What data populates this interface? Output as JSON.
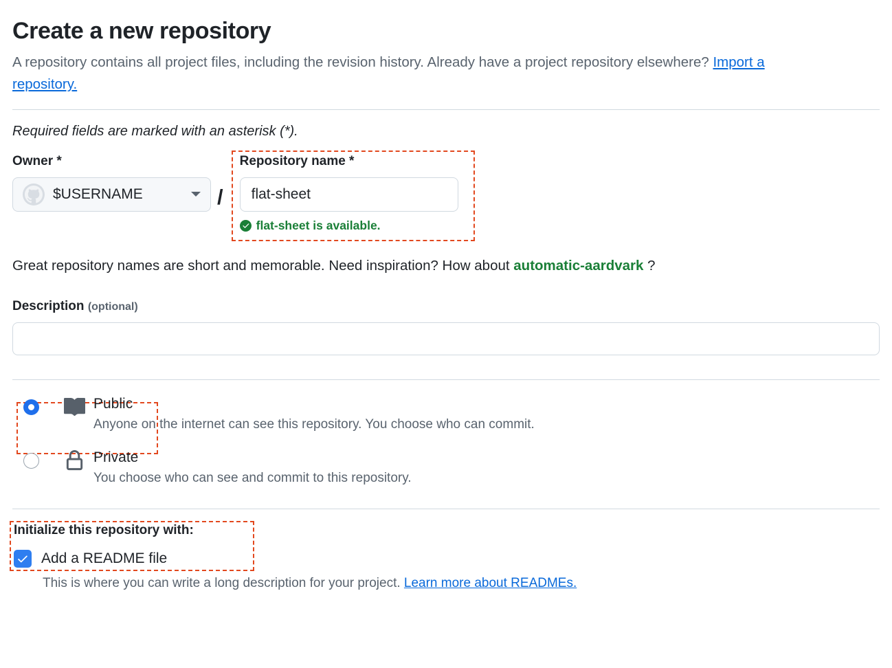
{
  "header": {
    "title": "Create a new repository",
    "subtitle_before": "A repository contains all project files, including the revision history. Already have a project repository elsewhere? ",
    "import_link": "Import a repository.",
    "required_note": "Required fields are marked with an asterisk (*)."
  },
  "owner": {
    "label": "Owner *",
    "avatar_icon": "octocat-avatar-icon",
    "value": "$USERNAME",
    "caret_icon": "chevron-down-icon"
  },
  "separator": "/",
  "repository": {
    "label": "Repository name *",
    "value": "flat-sheet",
    "placeholder": "",
    "availability_icon": "check-circle-icon",
    "availability_text": "flat-sheet is available."
  },
  "inspiration": {
    "before": "Great repository names are short and memorable. Need inspiration? How about ",
    "suggestion": "automatic-aardvark",
    "after": " ?"
  },
  "description": {
    "label": "Description",
    "optional": "(optional)",
    "value": "",
    "placeholder": ""
  },
  "visibility": [
    {
      "id": "public",
      "icon": "repo-book-icon",
      "name": "Public",
      "desc": "Anyone on the internet can see this repository. You choose who can commit.",
      "selected": true
    },
    {
      "id": "private",
      "icon": "lock-icon",
      "name": "Private",
      "desc": "You choose who can see and commit to this repository.",
      "selected": false
    }
  ],
  "initialize": {
    "title": "Initialize this repository with:",
    "readme_label": "Add a README file",
    "readme_checked": true,
    "readme_desc": "This is where you can write a long description for your project. ",
    "readme_link": "Learn more about READMEs."
  },
  "colors": {
    "accent_blue": "#0969da",
    "radio_blue": "#1f6feb",
    "checkbox_blue": "#2f7ef0",
    "success_green": "#1a7f37",
    "highlight_dashed": "#e2481e",
    "muted_text": "#59636e",
    "border": "#d1d9e0"
  }
}
